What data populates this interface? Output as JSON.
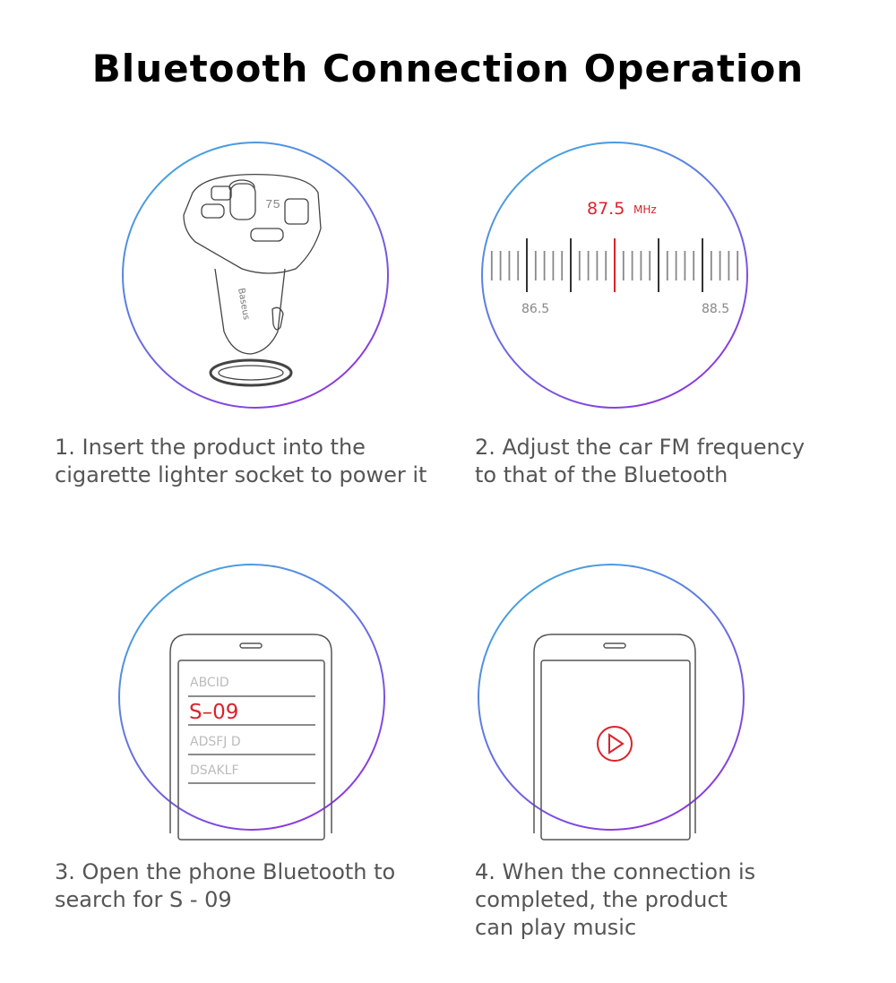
{
  "title": "Bluetooth Connection Operation",
  "steps": [
    {
      "caption": "1. Insert the product into the\ncigarette lighter socket to power it",
      "brand": "Baseus",
      "display": "75"
    },
    {
      "caption": "2. Adjust the car FM frequency\nto that of the Bluetooth",
      "frequency": "87.5",
      "unit": "MHz",
      "scale_left": "86.5",
      "scale_right": "88.5"
    },
    {
      "caption": "3. Open the phone Bluetooth to\nsearch for S - 09",
      "devices": [
        "ABCID",
        "S–09",
        "ADSFJ D",
        "DSAKLF"
      ]
    },
    {
      "caption": "4. When the connection is\ncompleted, the product\ncan play music"
    }
  ],
  "colors": {
    "accent": "#d9232b",
    "ring_start": "#3bb3e0",
    "ring_end": "#8a3be0"
  }
}
